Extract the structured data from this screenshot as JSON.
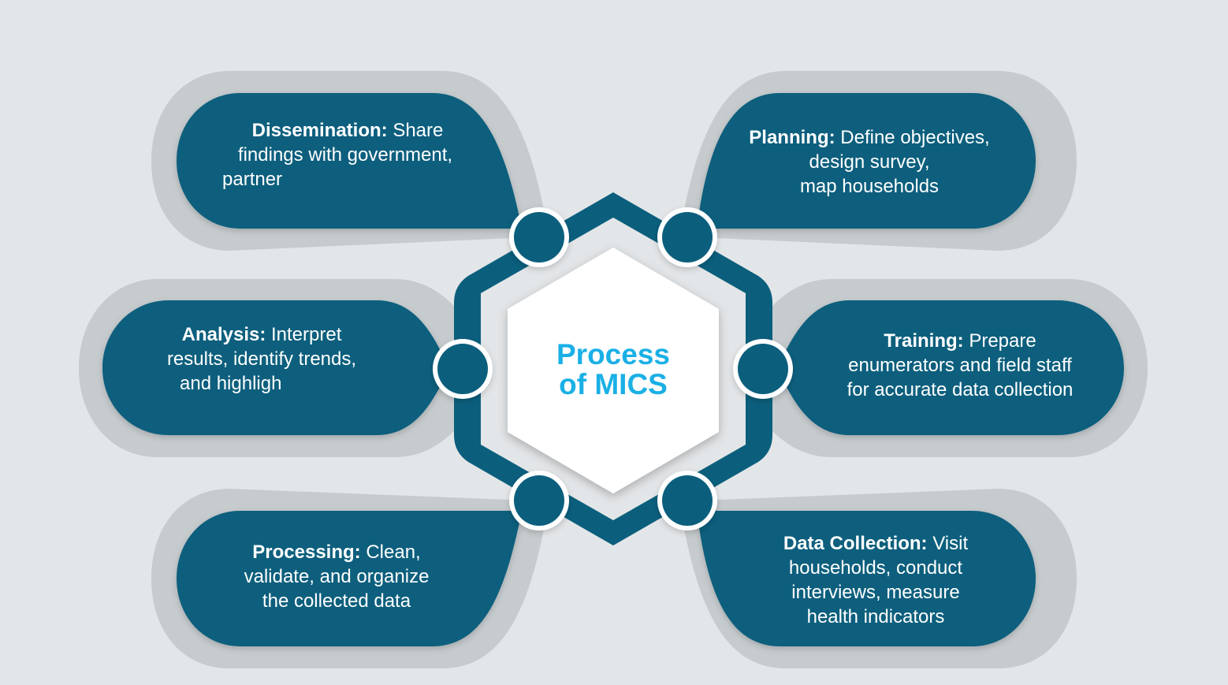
{
  "center": {
    "title_line1": "Process",
    "title_line2": "of MICS"
  },
  "steps": {
    "dissemination": {
      "heading": "Dissemination:",
      "text_line1": "Share",
      "text_line2": "findings with government,",
      "text_line3": "partner"
    },
    "planning": {
      "heading": "Planning:",
      "text_line1": "Define objectives,",
      "text_line2": "design survey,",
      "text_line3": "map households"
    },
    "analysis": {
      "heading": "Analysis:",
      "text_line1": "Interpret",
      "text_line2": "results, identify trends,",
      "text_line3": "and highligh"
    },
    "training": {
      "heading": "Training:",
      "text_line1": "Prepare",
      "text_line2": "enumerators and field staff",
      "text_line3": "for accurate data collection"
    },
    "processing": {
      "heading": "Processing:",
      "text_line1": "Clean,",
      "text_line2": "validate, and organize",
      "text_line3": "the collected data"
    },
    "data_collection": {
      "heading": "Data Collection:",
      "text_line1": "Visit",
      "text_line2": "households, conduct",
      "text_line3": "interviews, measure",
      "text_line4": "health indicators"
    }
  },
  "colors": {
    "background": "#e3e6e8",
    "card": "#0b5f7d",
    "card_halo": "#c4c9cc",
    "title": "#1ab0e6",
    "text": "#ffffff"
  }
}
